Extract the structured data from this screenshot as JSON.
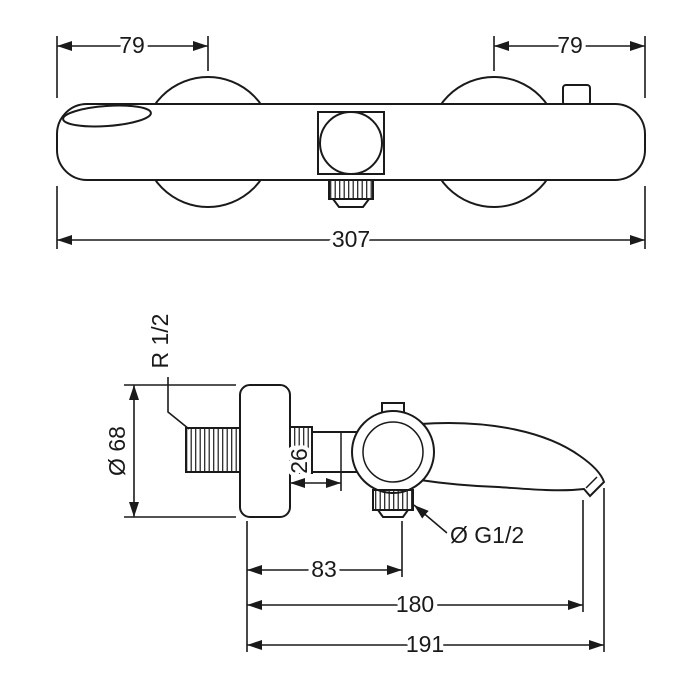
{
  "page": {
    "background": "#ffffff",
    "line_color": "#1a1a1a"
  },
  "front_view": {
    "dim_left_offset": "79",
    "dim_right_offset": "79",
    "dim_total_width": "307"
  },
  "side_view": {
    "inlet_thread_label": "R 1/2",
    "escutcheon_diameter": "Ø 68",
    "dim_escutcheon_to_body": "26",
    "outlet_thread_label": "Ø G1/2",
    "dim_wall_to_outlet_axis": "83",
    "dim_wall_to_spout_tip": "180",
    "dim_total_projection": "191"
  }
}
